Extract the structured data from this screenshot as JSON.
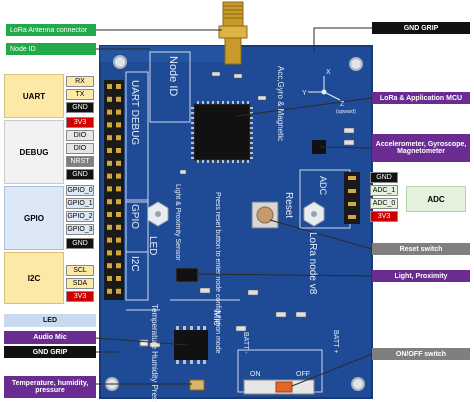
{
  "colors": {
    "board": "#1f4b96",
    "green_callout": "#22a94a",
    "black_callout": "#111111",
    "purple_callout": "#6a2c91",
    "grey_callout": "#7f7f7f",
    "uart_bg": "#fde9a7",
    "debug_bg": "#f2f2f2",
    "gpio_bg": "#dde8f6",
    "i2c_bg": "#fde9a7",
    "led_bg": "#c9d9f0",
    "adc_bg": "#e4f1dc",
    "gnd_pin": "#111111",
    "vcc_pin": "#d00000"
  },
  "callouts": {
    "lora_antenna": "LoRa Antenna connector",
    "node_id": "Node ID",
    "gnd_grip_top": "GND GRIP",
    "lora_mcu": "LoRa & Application MCU",
    "accel": "Accelerometer, Gyroscope, Magnetometer",
    "reset": "Reset switch",
    "light": "Light, Proximity",
    "led": "LED",
    "audio": "Audio Mic",
    "gnd_grip_bottom": "GND GRIP",
    "onoff": "ON/OFF switch",
    "temp": "Temperature, humidity, pressure"
  },
  "groups": {
    "uart": "UART",
    "debug": "DEBUG",
    "gpio": "GPIO",
    "i2c": "I2C",
    "adc": "ADC"
  },
  "left_pins": [
    "RX",
    "TX",
    "GND",
    "3V3",
    "DIO",
    "DIO",
    "NRST",
    "GND",
    "GPIO_0",
    "GPIO_1",
    "GPIO_2",
    "GPIO_3",
    "GND",
    "SCL",
    "SDA",
    "3V3"
  ],
  "right_pins": [
    "GND",
    "ADC_1",
    "ADC_0",
    "3V3"
  ],
  "silk": {
    "node_id": "Node ID",
    "uart_debug": "UART DEBUG",
    "gpio": "GPIO",
    "i2c": "I2C",
    "led": "LED",
    "mic": "Mic",
    "temp_hum": "Temperature Humidity Pressure",
    "light_prox": "Light & Proximity Sensor",
    "press_reset": "Press reset button to enter node configuration mode",
    "reset": "Reset",
    "acc": "Acc,Gyro & Magnetic",
    "adc": "ADC",
    "lora_node": "LoRa node v8",
    "batt_left": "BATT -",
    "batt_right": "BATT +",
    "on": "ON",
    "off": "OFF",
    "axis_x": "X",
    "axis_y": "Y",
    "axis_z": "Z",
    "axis_z_sub": "(upward)"
  }
}
